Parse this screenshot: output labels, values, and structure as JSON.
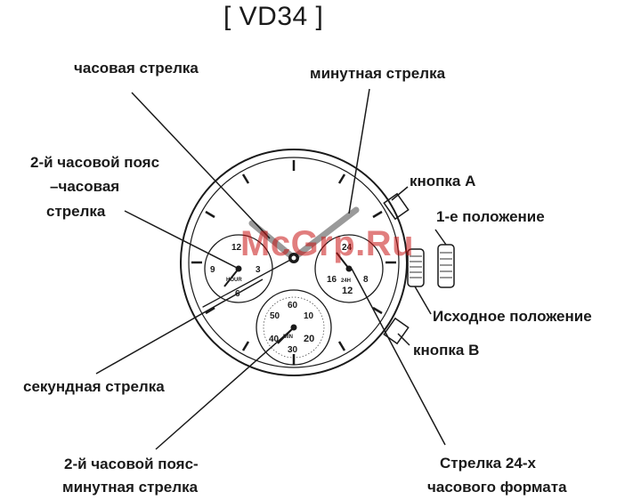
{
  "title": "[ VD34 ]",
  "labels": {
    "hour_hand": "часовая стрелка",
    "minute_hand": "минутная стрелка",
    "second_tz_hour_l1": "2-й часовой пояс",
    "second_tz_hour_l2": "–часовая",
    "second_tz_hour_l3": "стрелка",
    "button_a": "кнопка A",
    "position_1": "1-е положение",
    "home_position": "Исходное положение",
    "button_b": "кнопка B",
    "second_hand": "секундная стрелка",
    "second_tz_minute_l1": "2-й часовой пояс-",
    "second_tz_minute_l2": "минутная стрелка",
    "hand_24h_l1": "Стрелка 24-х",
    "hand_24h_l2": "часового формата"
  },
  "dial": {
    "left_subdial": [
      "12",
      "9",
      "3",
      "6",
      "HOUR"
    ],
    "right_subdial": [
      "24",
      "16",
      "24H",
      "8",
      "12"
    ],
    "bottom_subdial": [
      "60",
      "10",
      "20",
      "30",
      "40",
      "50",
      "MIN"
    ]
  },
  "watermark": "McGrp.Ru",
  "colors": {
    "line": "#1a1a1a",
    "hands": "#9a9a9a",
    "watermark": "#c81414"
  }
}
